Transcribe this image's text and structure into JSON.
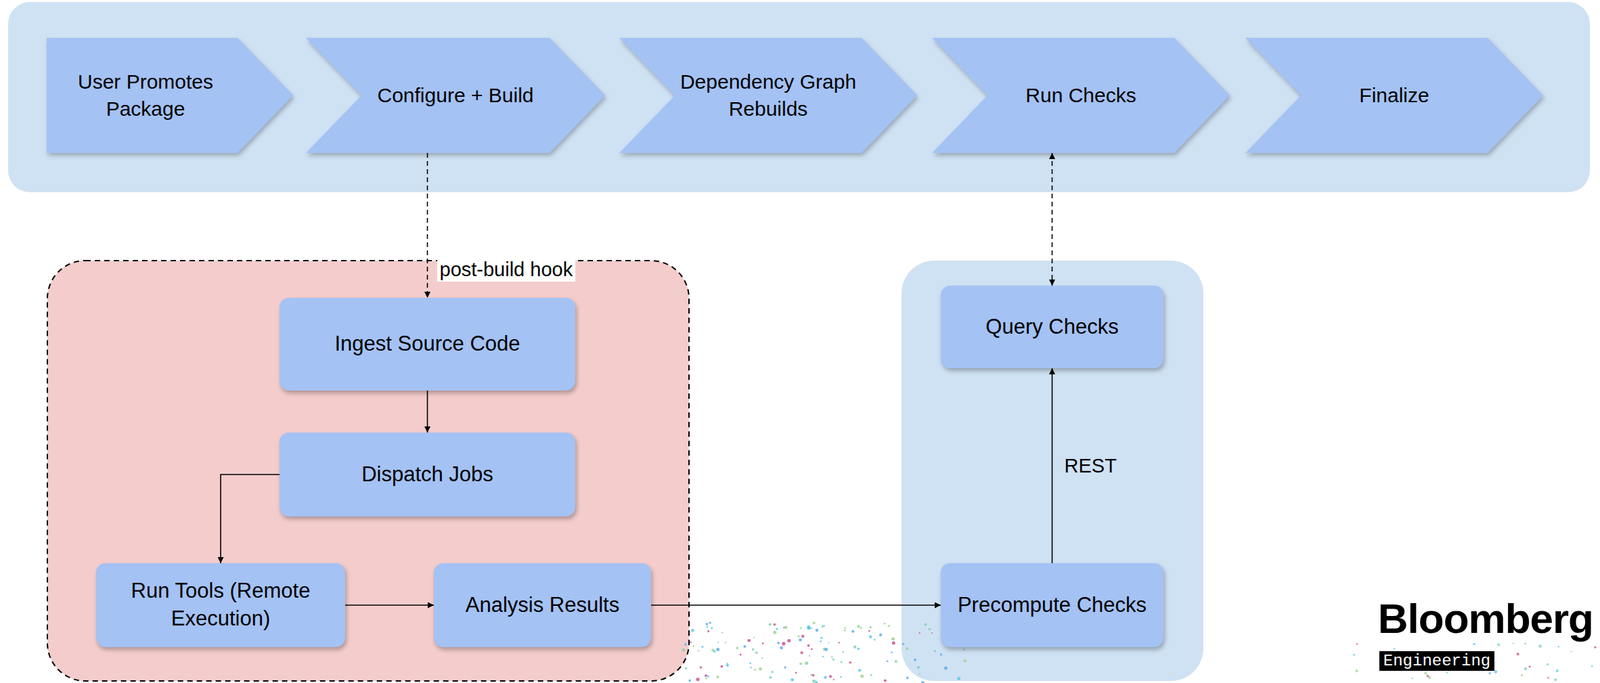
{
  "diagram": {
    "nodes": [
      {
        "text": [
          "User Promotes Package"
        ]
      },
      {
        "text": [
          "Configure + Build"
        ]
      },
      {
        "text": [
          "Dependency Graph Rebuilds"
        ]
      },
      {
        "text": [
          "Run Checks"
        ]
      },
      {
        "text": [
          "Finalize"
        ]
      },
      {
        "text": [
          "Ingest Source Code"
        ]
      },
      {
        "text": [
          "Dispatch Jobs"
        ]
      },
      {
        "text": [
          "Run Tools (Remote Execution)"
        ]
      },
      {
        "text": [
          "Analysis Results"
        ]
      },
      {
        "text": [
          "Query Checks"
        ]
      },
      {
        "text": [
          "Precompute Checks"
        ]
      }
    ],
    "edges": [
      {
        "from": 1,
        "to": 5,
        "label": "post-build hook",
        "arrow": "to"
      },
      {
        "from": 3,
        "to": 9,
        "arrow": "both"
      },
      {
        "from": 5,
        "to": 6,
        "arrow": "to"
      },
      {
        "from": 6,
        "to": 7,
        "arrow": "to"
      },
      {
        "from": 7,
        "to": 8,
        "arrow": "to"
      },
      {
        "from": 8,
        "to": 10,
        "arrow": "to"
      },
      {
        "from": 10,
        "to": 9,
        "label": "REST",
        "arrow": "to"
      }
    ],
    "labels": [
      "Bloomberg",
      "Engineering"
    ]
  }
}
